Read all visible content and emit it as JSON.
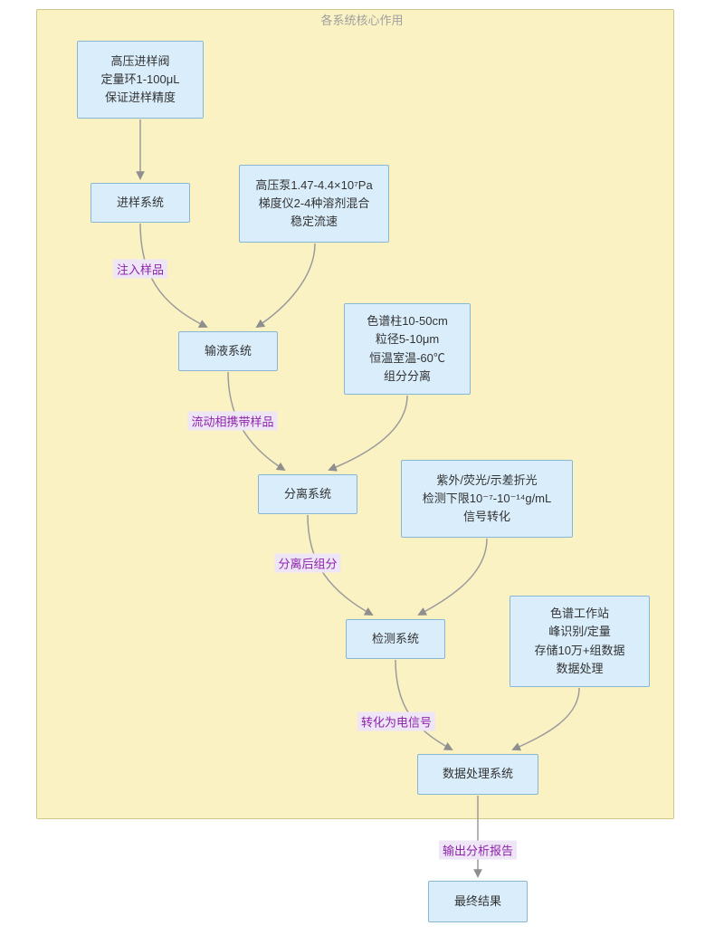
{
  "diagram": {
    "title": "各系统核心作用",
    "nodes": {
      "injector_valve": "高压进样阀\n定量环1-100μL\n保证进样精度",
      "sampling_system": "进样系统",
      "pump": "高压泵1.47-4.4×10⁷Pa\n梯度仪2-4种溶剂混合\n稳定流速",
      "delivery_system": "输液系统",
      "column": "色谱柱10-50cm\n粒径5-10μm\n恒温室温-60℃\n组分分离",
      "separation_system": "分离系统",
      "detector": "紫外/荧光/示差折光\n检测下限10⁻⁷-10⁻¹⁴g/mL\n信号转化",
      "detection_system": "检测系统",
      "workstation": "色谱工作站\n峰识别/定量\n存储10万+组数据\n数据处理",
      "data_system": "数据处理系统",
      "final_result": "最终结果"
    },
    "edge_labels": {
      "inject_sample": "注入样品",
      "mobile_phase": "流动相携带样品",
      "separated_fractions": "分离后组分",
      "electrical_signal": "转化为电信号",
      "analysis_report": "输出分析报告"
    },
    "colors": {
      "container_fill": "#fbf2c4",
      "container_border": "#cfc68a",
      "node_fill": "#d9edfb",
      "node_border": "#8ab6d6",
      "edge": "#9b9b9b",
      "edge_label_text": "#8e24aa",
      "edge_label_bg": "#eee5f7",
      "title_text": "#9e9e9e"
    }
  }
}
